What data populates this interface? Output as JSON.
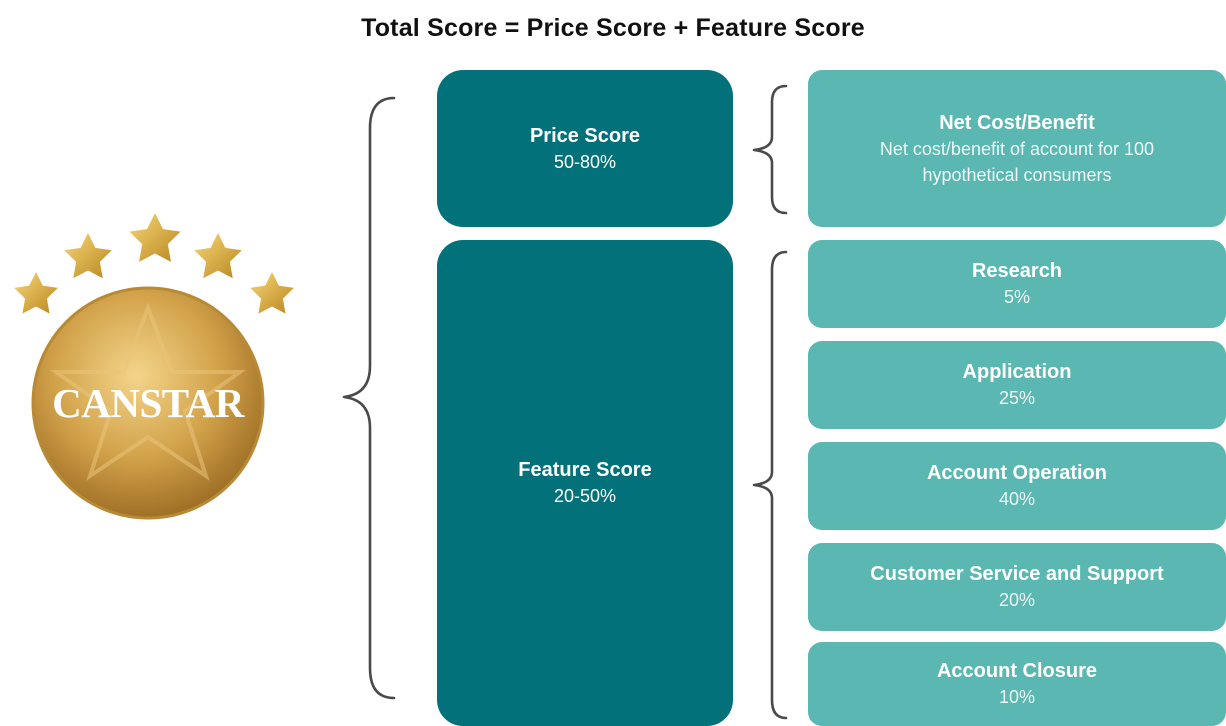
{
  "title": "Total Score = Price Score + Feature Score",
  "logo": {
    "text": "CANSTAR",
    "icon": "gold-star-medal-icon"
  },
  "price_score": {
    "label": "Price Score",
    "value": "50-80%"
  },
  "feature_score": {
    "label": "Feature Score",
    "value": "20-50%"
  },
  "price_components": [
    {
      "label": "Net Cost/Benefit",
      "value": "Net cost/benefit of account for 100 hypothetical consumers"
    }
  ],
  "feature_components": [
    {
      "label": "Research",
      "value": "5%"
    },
    {
      "label": "Application",
      "value": "25%"
    },
    {
      "label": "Account Operation",
      "value": "40%"
    },
    {
      "label": "Customer Service and Support",
      "value": "20%"
    },
    {
      "label": "Account Closure",
      "value": "10%"
    }
  ],
  "colors": {
    "primary_box": "#03717a",
    "secondary_box": "#5bb7b1",
    "medal_gold": "#c99a3c"
  }
}
